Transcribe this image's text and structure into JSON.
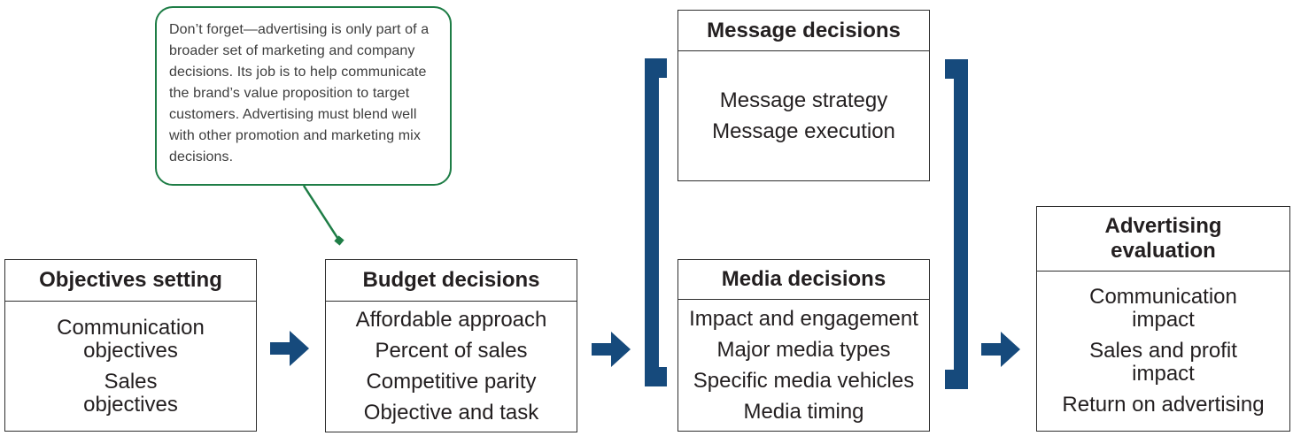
{
  "colors": {
    "navy": "#164a7c",
    "green": "#1e7d46",
    "ink": "#231f20"
  },
  "callout": {
    "text": "Don’t forget—advertising is only part of a broader set of marketing and company decisions. Its job is to help communicate the brand’s value proposition to target customers. Advertising must blend well with other promotion and marketing mix decisions."
  },
  "boxes": {
    "objectives": {
      "title": "Objectives setting",
      "items": [
        "Communication\nobjectives",
        "Sales\nobjectives"
      ]
    },
    "budget": {
      "title": "Budget decisions",
      "items": [
        "Affordable approach",
        "Percent of sales",
        "Competitive parity",
        "Objective and task"
      ]
    },
    "message": {
      "title": "Message decisions",
      "items": [
        "Message strategy",
        "Message execution"
      ]
    },
    "media": {
      "title": "Media decisions",
      "items": [
        "Impact and engagement",
        "Major media types",
        "Specific media vehicles",
        "Media timing"
      ]
    },
    "evaluation": {
      "title": "Advertising\nevaluation",
      "items": [
        "Communication\nimpact",
        "Sales and profit\nimpact",
        "Return on advertising"
      ]
    }
  },
  "icons": {
    "flow_arrow": "right-arrow",
    "bracket_left": "left-square-bracket",
    "bracket_right": "right-square-bracket",
    "callout_pointer": "leader-line"
  }
}
